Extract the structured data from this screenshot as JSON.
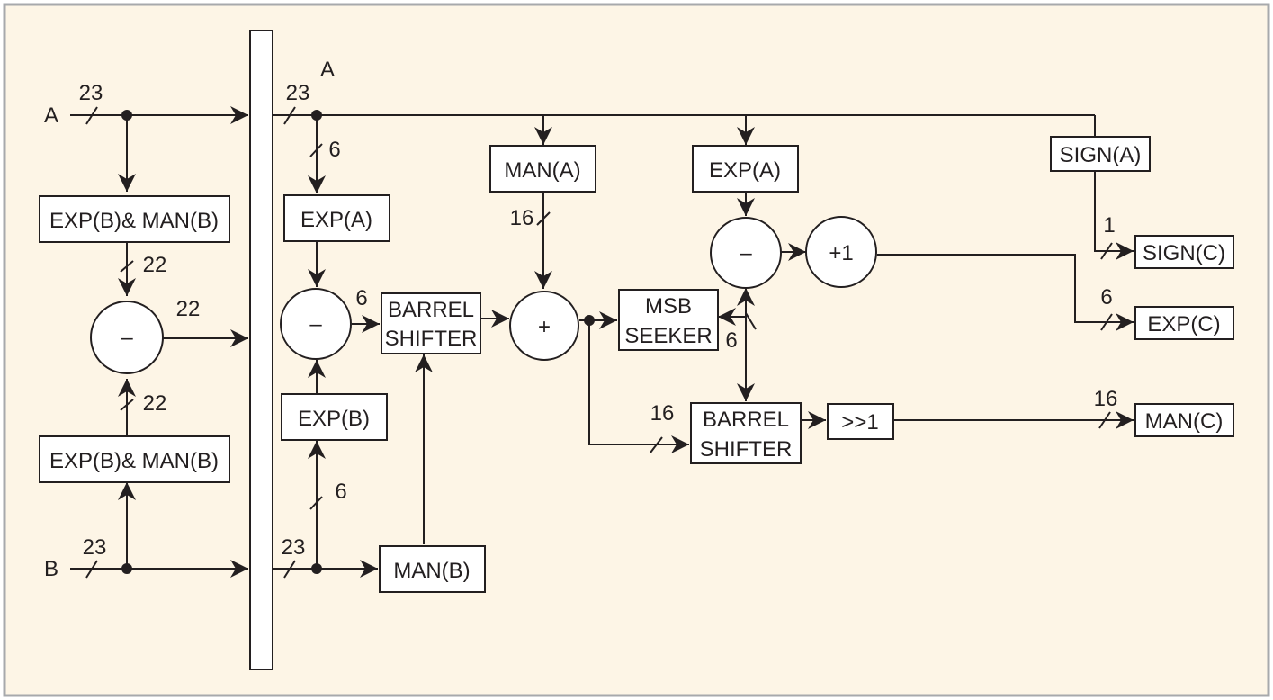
{
  "colors": {
    "background": "#fdf5e6",
    "frame": "#a7a9ac",
    "ink": "#231f20",
    "box_fill": "#ffffff"
  },
  "inputs": {
    "a": "A",
    "b": "B"
  },
  "widths": {
    "w23": "23",
    "w22": "22",
    "w6": "6",
    "w16": "16",
    "w1": "1"
  },
  "blocks": {
    "exp_man_b_top": "EXP(B)& MAN(B)",
    "exp_man_b_bottom": "EXP(B)& MAN(B)",
    "exp_a_left": "EXP(A)",
    "exp_b_left": "EXP(B)",
    "man_b": "MAN(B)",
    "barrel_shifter_1_l1": "BARREL",
    "barrel_shifter_1_l2": "SHIFTER",
    "man_a": "MAN(A)",
    "exp_a_right": "EXP(A)",
    "msb_seeker_l1": "MSB",
    "msb_seeker_l2": "SEEKER",
    "barrel_shifter_2_l1": "BARREL",
    "barrel_shifter_2_l2": "SHIFTER",
    "shift_right_1": ">>1",
    "sign_a": "SIGN(A)"
  },
  "operators": {
    "sub_left": "–",
    "sub_mid": "–",
    "add": "+",
    "sub_right": "–",
    "inc": "+1"
  },
  "outputs": {
    "sign_c": "SIGN(C)",
    "exp_c": "EXP(C)",
    "man_c": "MAN(C)"
  },
  "bus_a_label": "A"
}
